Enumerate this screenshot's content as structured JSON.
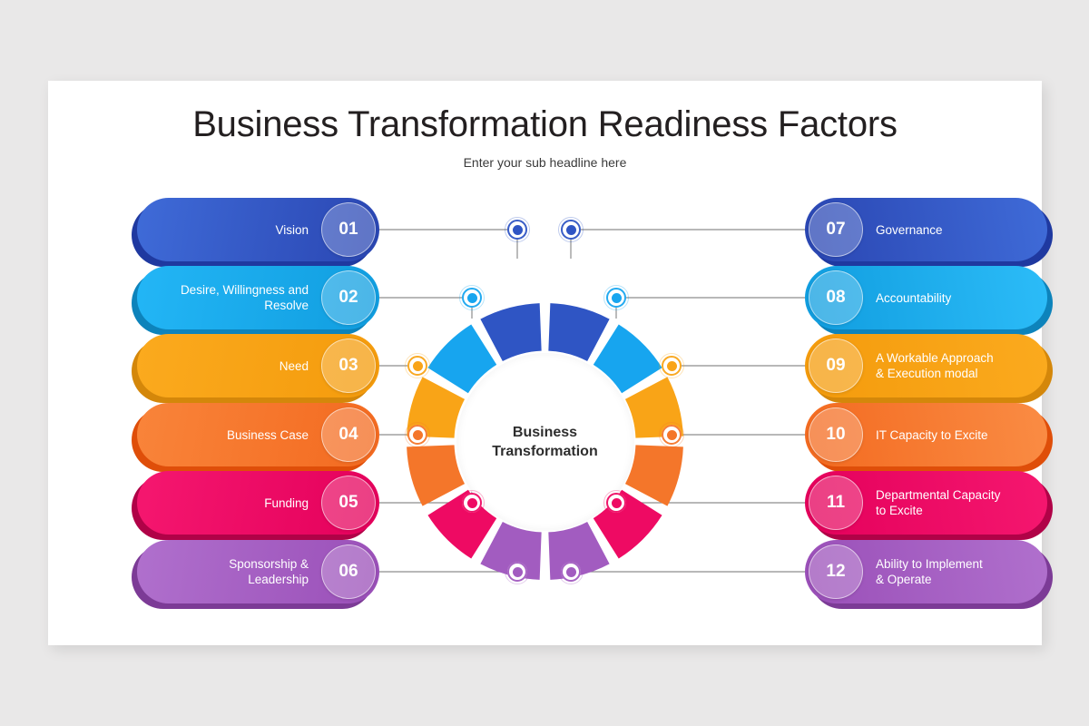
{
  "header": {
    "title": "Business Transformation Readiness Factors",
    "subtitle": "Enter your sub headline here"
  },
  "center": {
    "text": "Business\nTransformation"
  },
  "palette": {
    "blue_dark": "#2f55c4",
    "blue_light": "#17a5ef",
    "amber": "#f9a417",
    "orange": "#f4762a",
    "pink": "#ee0a63",
    "purple": "#a25cc0"
  },
  "left_items": [
    {
      "number": "01",
      "label": "Vision",
      "color_key": "blue_dark",
      "grad_from": "#3f6bd8",
      "grad_to": "#2a46b2",
      "shade": "#1f39a0"
    },
    {
      "number": "02",
      "label": "Desire, Willingness  and\nResolve",
      "color_key": "blue_light",
      "grad_from": "#23b6f6",
      "grad_to": "#109ddf",
      "shade": "#0d83bb"
    },
    {
      "number": "03",
      "label": "Need",
      "color_key": "amber",
      "grad_from": "#fbaa1e",
      "grad_to": "#f49b0c",
      "shade": "#d4870a"
    },
    {
      "number": "04",
      "label": "Business Case",
      "color_key": "orange",
      "grad_from": "#f9843a",
      "grad_to": "#f36a20",
      "shade": "#df4e09"
    },
    {
      "number": "05",
      "label": "Funding",
      "color_key": "pink",
      "grad_from": "#f5176f",
      "grad_to": "#e4005b",
      "shade": "#b00247"
    },
    {
      "number": "06",
      "label": "Sponsorship &\nLeadership",
      "color_key": "purple",
      "grad_from": "#b070cd",
      "grad_to": "#9a4fb8",
      "shade": "#7c3b96"
    }
  ],
  "right_items": [
    {
      "number": "07",
      "label": "Governance",
      "color_key": "blue_dark",
      "grad_from": "#2a46b2",
      "grad_to": "#3f6bd8",
      "shade": "#1f39a0"
    },
    {
      "number": "08",
      "label": "Accountability",
      "color_key": "blue_light",
      "grad_from": "#109ddf",
      "grad_to": "#2cbcf8",
      "shade": "#0d83bb"
    },
    {
      "number": "09",
      "label": "A Workable Approach\n& Execution modal",
      "color_key": "amber",
      "grad_from": "#f49b0c",
      "grad_to": "#fbaa1e",
      "shade": "#d4870a"
    },
    {
      "number": "10",
      "label": "IT Capacity to Excite",
      "color_key": "orange",
      "grad_from": "#f36a20",
      "grad_to": "#fa8c44",
      "shade": "#df4e09"
    },
    {
      "number": "11",
      "label": "Departmental Capacity\nto Excite",
      "color_key": "pink",
      "grad_from": "#e4005b",
      "grad_to": "#f5176f",
      "shade": "#b00247"
    },
    {
      "number": "12",
      "label": "Ability to Implement\n& Operate",
      "color_key": "purple",
      "grad_from": "#9a4fb8",
      "grad_to": "#b070cd",
      "shade": "#7c3b96"
    }
  ],
  "chart_data": {
    "type": "pie",
    "title": "Business Transformation",
    "segments": [
      {
        "label": "Vision",
        "number": "01",
        "value": 8.3333,
        "color": "#2f55c4"
      },
      {
        "label": "Desire, Willingness and Resolve",
        "number": "02",
        "value": 8.3333,
        "color": "#17a5ef"
      },
      {
        "label": "Need",
        "number": "03",
        "value": 8.3333,
        "color": "#f9a417"
      },
      {
        "label": "Business Case",
        "number": "04",
        "value": 8.3333,
        "color": "#f4762a"
      },
      {
        "label": "Funding",
        "number": "05",
        "value": 8.3333,
        "color": "#ee0a63"
      },
      {
        "label": "Sponsorship & Leadership",
        "number": "06",
        "value": 8.3333,
        "color": "#a25cc0"
      },
      {
        "label": "Ability to Implement & Operate",
        "number": "12",
        "value": 8.3333,
        "color": "#a25cc0"
      },
      {
        "label": "Departmental Capacity to Excite",
        "number": "11",
        "value": 8.3333,
        "color": "#ee0a63"
      },
      {
        "label": "IT Capacity to Excite",
        "number": "10",
        "value": 8.3333,
        "color": "#f4762a"
      },
      {
        "label": "A Workable Approach & Execution modal",
        "number": "09",
        "value": 8.3333,
        "color": "#f9a417"
      },
      {
        "label": "Accountability",
        "number": "08",
        "value": 8.3333,
        "color": "#17a5ef"
      },
      {
        "label": "Governance",
        "number": "07",
        "value": 8.3333,
        "color": "#2f55c4"
      }
    ],
    "donut": true,
    "legend": "none",
    "grid": false
  }
}
